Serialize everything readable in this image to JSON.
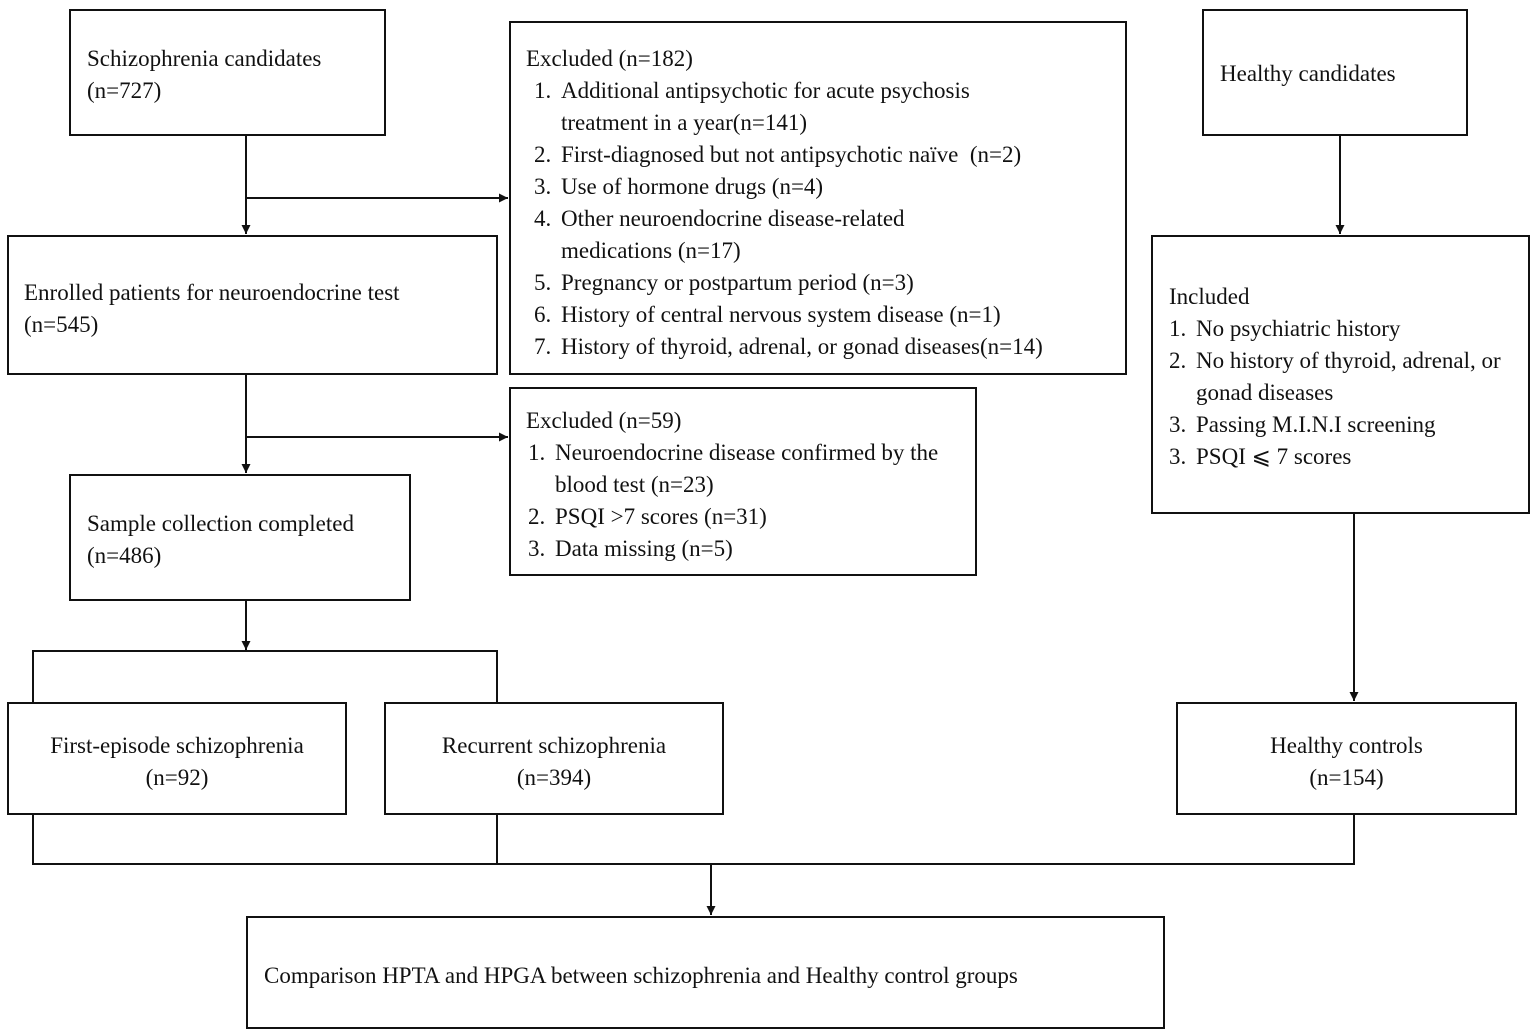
{
  "schizophrenia_candidates": {
    "title": "Schizophrenia candidates",
    "count": "(n=727)"
  },
  "healthy_candidates": {
    "title": "Healthy candidates"
  },
  "excluded_1": {
    "title": "Excluded (n=182)",
    "items": [
      {
        "num": "1.",
        "text": "Additional antipsychotic for acute psychosis treatment in a year(n=141)"
      },
      {
        "num": "2.",
        "text": "First-diagnosed but not antipsychotic naïve  (n=2)"
      },
      {
        "num": "3.",
        "text": "Use of hormone drugs (n=4)"
      },
      {
        "num": "4.",
        "text": "Other neuroendocrine disease-related medications (n=17)"
      },
      {
        "num": "5.",
        "text": "Pregnancy or postpartum period (n=3)"
      },
      {
        "num": "6.",
        "text": "History of central nervous system disease (n=1)"
      },
      {
        "num": "7.",
        "text": "History of thyroid, adrenal, or gonad diseases(n=14)"
      }
    ]
  },
  "enrolled": {
    "title": "Enrolled patients for neuroendocrine test",
    "count": "(n=545)"
  },
  "included": {
    "title": "Included",
    "items": [
      {
        "num": "1.",
        "text": "No psychiatric history"
      },
      {
        "num": "2.",
        "text": "No history of thyroid, adrenal, or gonad diseases"
      },
      {
        "num": "3.",
        "text": "Passing M.I.N.I screening"
      },
      {
        "num": "3.",
        "text": "PSQI ⩽ 7 scores"
      }
    ]
  },
  "excluded_2": {
    "title": "Excluded (n=59)",
    "items": [
      {
        "num": "1.",
        "text": "Neuroendocrine disease confirmed by the blood test (n=23)"
      },
      {
        "num": "2.",
        "text": "PSQI >7 scores (n=31)"
      },
      {
        "num": "3.",
        "text": "Data missing (n=5)"
      }
    ]
  },
  "sample_collection": {
    "title": "Sample collection completed",
    "count": "(n=486)"
  },
  "first_episode": {
    "title": "First-episode schizophrenia",
    "count": "(n=92)"
  },
  "recurrent": {
    "title": "Recurrent schizophrenia",
    "count": "(n=394)"
  },
  "healthy_controls": {
    "title": "Healthy controls",
    "count": "(n=154)"
  },
  "comparison": {
    "title": "Comparison HPTA and HPGA between schizophrenia and Healthy control groups"
  },
  "colors": {
    "line": "#111111",
    "background": "#ffffff"
  }
}
